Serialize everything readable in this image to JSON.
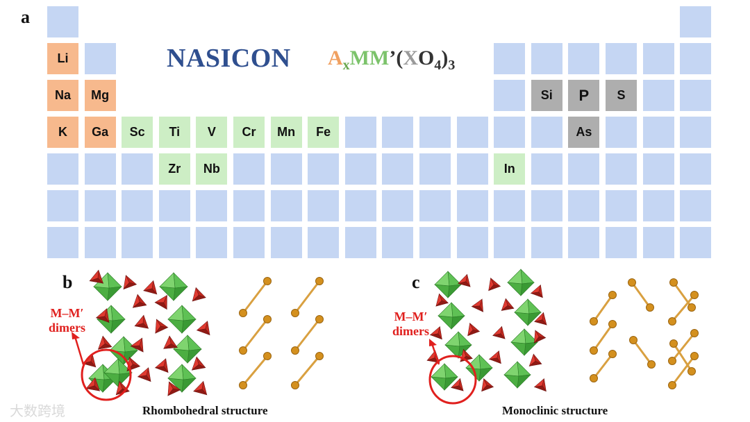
{
  "panel_labels": {
    "a": "a",
    "b": "b",
    "c": "c"
  },
  "title": "NASICON",
  "formula": {
    "A": "A",
    "x": "x",
    "MM": "MM",
    "prime": "’",
    "open": "(",
    "X": "X",
    "O": "O",
    "four": "4",
    "close": ")",
    "three": "3"
  },
  "elements": {
    "Li": "Li",
    "Na": "Na",
    "Mg": "Mg",
    "K": "K",
    "Ga": "Ga",
    "Sc": "Sc",
    "Ti": "Ti",
    "V": "V",
    "Cr": "Cr",
    "Mn": "Mn",
    "Fe": "Fe",
    "Zr": "Zr",
    "Nb": "Nb",
    "In": "In",
    "Si": "Si",
    "P": "P",
    "S": "S",
    "As": "As"
  },
  "dimer_label_b": [
    "M–M′",
    "dimers"
  ],
  "dimer_label_c": [
    "M–M′",
    "dimers"
  ],
  "captions": {
    "b": "Rhombohedral structure",
    "c": "Monoclinic structure"
  },
  "watermark": "大数跨境",
  "colors": {
    "A_site": "#f7b98d",
    "M_site": "#cdeec5",
    "X_site": "#aeaeae",
    "empty": "#c5d6f3",
    "title": "#2f4f8f",
    "accent": "#e0201e",
    "atom": "#d4901e",
    "bond": "#d9a040"
  }
}
